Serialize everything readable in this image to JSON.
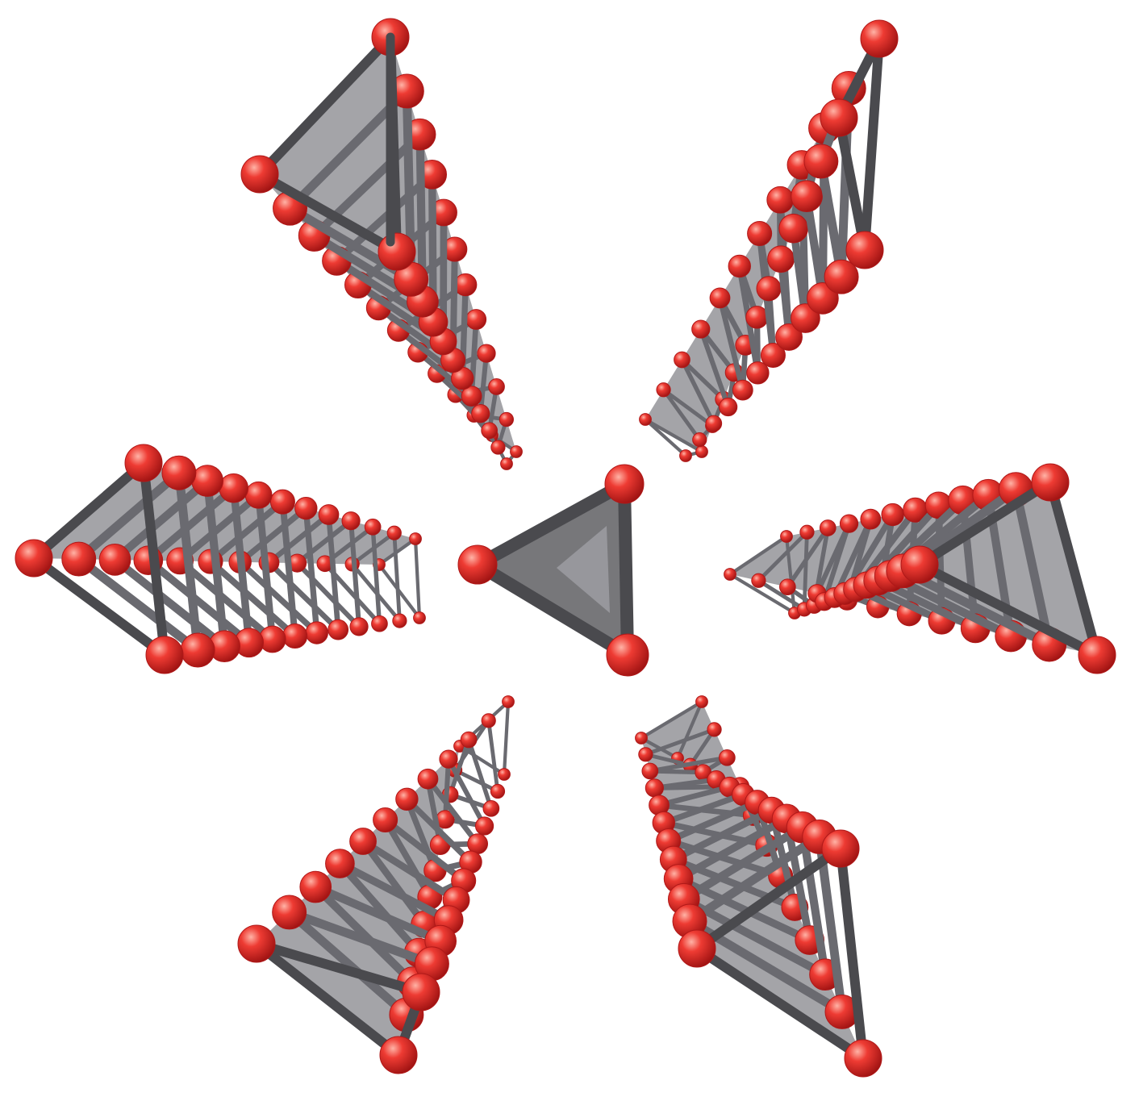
{
  "figure": {
    "colors": {
      "atom": "#e8332e",
      "atom_highlight": "#ff9a8a",
      "atom_shadow": "#9e1414",
      "rod": "#4a4a4e",
      "background": "#ffffff"
    },
    "structure": "triangular-prism-stack",
    "center_unit": "single-triangle",
    "arm_count": 6,
    "layers_per_arm": 12
  }
}
